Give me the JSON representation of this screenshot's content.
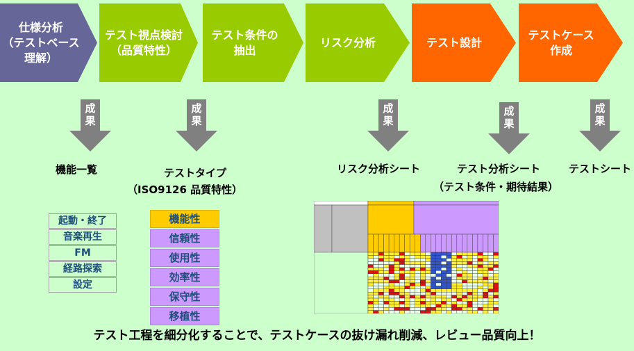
{
  "process": [
    {
      "lines": [
        "仕様分析",
        "（テストベース",
        "理解）"
      ],
      "color": "#666699"
    },
    {
      "lines": [
        "テスト視点検討",
        "（品質特性）"
      ],
      "color": "#99cc00"
    },
    {
      "lines": [
        "テスト条件の",
        "抽出"
      ],
      "color": "#99cc00"
    },
    {
      "lines": [
        "リスク分析"
      ],
      "color": "#99cc00"
    },
    {
      "lines": [
        "テスト設計"
      ],
      "color": "#ff6600"
    },
    {
      "lines": [
        "テストケース",
        "作成"
      ],
      "color": "#ff6600"
    }
  ],
  "arrow_label": [
    "成",
    "果"
  ],
  "outputs": {
    "function_list": "機能一覧",
    "test_type": "テストタイプ",
    "test_type_sub": "（ISO9126 品質特性）",
    "risk_sheet": "リスク分析シート",
    "analysis_sheet": "テスト分析シート",
    "analysis_sheet_sub": "（テスト条件・期待結果）",
    "test_sheet": "テストシート"
  },
  "function_items": [
    "起動・終了",
    "音楽再生",
    "FM",
    "経路探索",
    "設定"
  ],
  "quality_items": [
    "機能性",
    "信頼性",
    "使用性",
    "効率性",
    "保守性",
    "移植性"
  ],
  "footer": "テスト工程を細分化することで、テストケースの抜け漏れ削減、レビュー品質向上！",
  "colors": {
    "background": "#ccffcc",
    "purple": "#666699",
    "green": "#99cc00",
    "orange": "#ff6600",
    "arrow": "#808080",
    "highlight": "#ffcc00",
    "lavender": "#cc99ff"
  }
}
